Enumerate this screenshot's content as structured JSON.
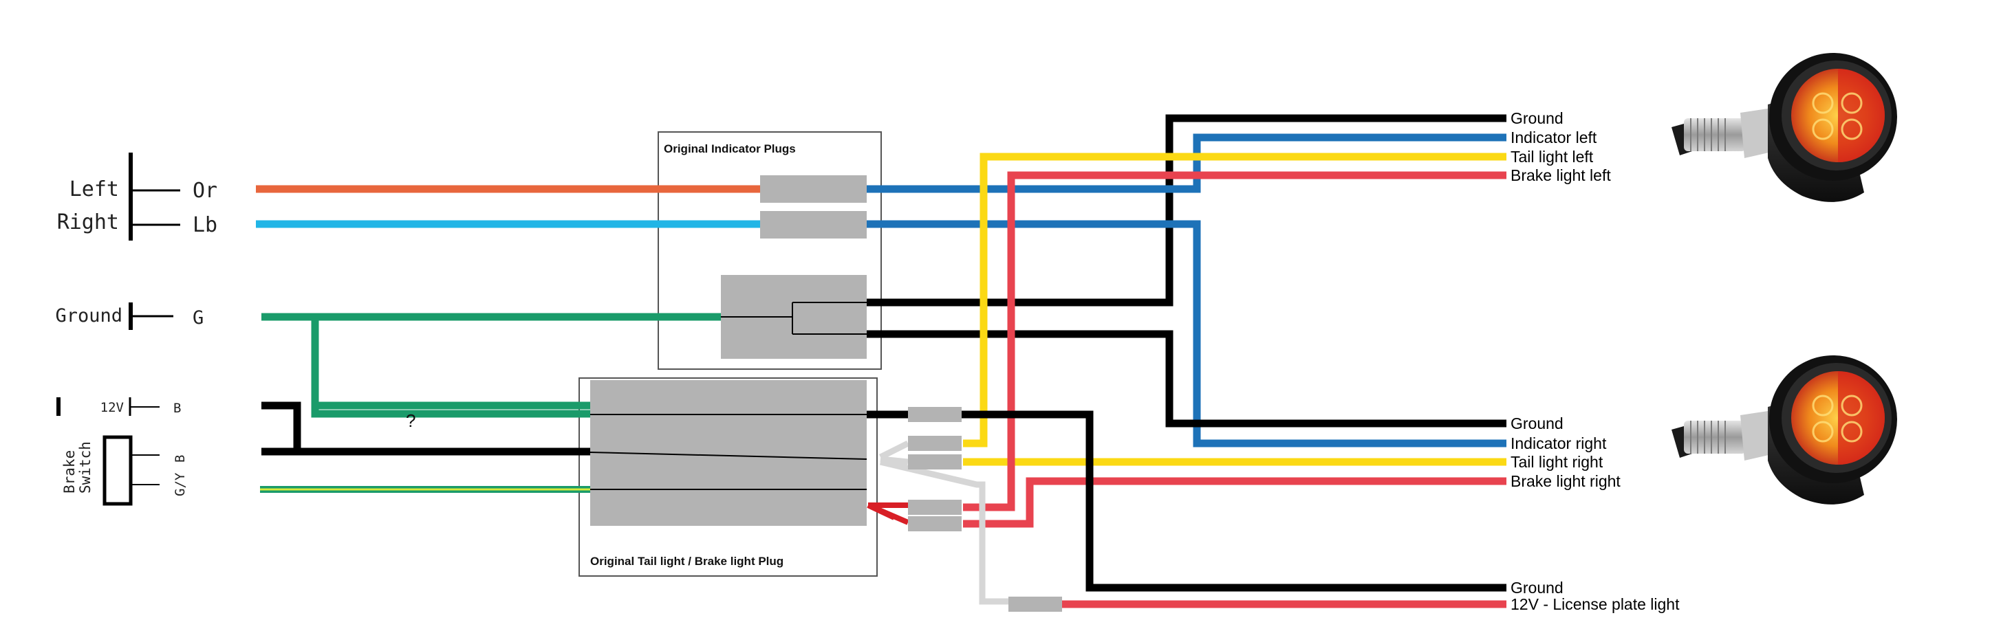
{
  "switch_labels": {
    "left": "Left",
    "or": "Or",
    "right": "Right",
    "lb": "Lb",
    "ground": "Ground",
    "g": "G",
    "v12": "12V",
    "b": "B",
    "brake_line1": "Brake",
    "brake_line2": "Switch",
    "b2": "B",
    "gy": "G/Y"
  },
  "boxes": {
    "indicator_plugs": "Original Indicator Plugs",
    "tail_brake_plug": "Original Tail light / Brake light Plug"
  },
  "question_mark": "?",
  "outputs_left": {
    "ground": "Ground",
    "indicator": "Indicator left",
    "tail": "Tail light left",
    "brake": "Brake light left"
  },
  "outputs_right": {
    "ground": "Ground",
    "indicator": "Indicator right",
    "tail": "Tail light right",
    "brake": "Brake light right"
  },
  "outputs_plate": {
    "ground": "Ground",
    "license": "12V - License plate light"
  },
  "colors": {
    "orange": "#e8663c",
    "light_blue": "#21b5e6",
    "blue": "#1d72b8",
    "green": "#1a9b6a",
    "yellow": "#fbd914",
    "red": "#e8434f",
    "black": "#000000",
    "plug_gray": "#b3b3b3",
    "lamp_amber": "#f5a21c"
  },
  "icons": [
    "indicator-lamp-icon",
    "indicator-lamp-icon"
  ]
}
